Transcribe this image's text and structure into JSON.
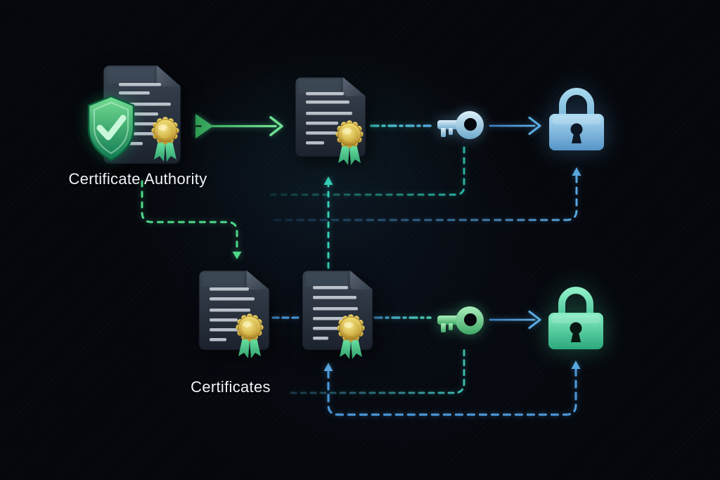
{
  "diagram": {
    "labels": {
      "certificate_authority": "Certificate Authority",
      "certificates": "Certificates"
    },
    "colors": {
      "background": "#05070c",
      "label_text": "#eef3f8",
      "doc_line": "#d9e0e8",
      "dash_green": "#4fd88a",
      "dash_teal": "#33cdb5",
      "dash_blue": "#4a96d8",
      "arrow_green": "#6fdf92",
      "arrow_blue": "#5aa8e0",
      "seal_gold": "#e6c95f",
      "ribbon_mint": "#54dd9a",
      "shield_green": "#2fae6e",
      "key_blue": "#bfe2f2",
      "key_green": "#7fe39c",
      "lock_blue": "#8fcbec",
      "lock_green": "#5fe0ab"
    },
    "nodes": [
      {
        "id": "ca-document",
        "icon": "certificate-document-icon",
        "badge": "shield-check-icon",
        "seal": "gold-ribbon-seal-icon",
        "label": "Certificate Authority"
      },
      {
        "id": "issued-certificate-top",
        "icon": "certificate-document-icon",
        "seal": "gold-ribbon-seal-icon"
      },
      {
        "id": "public-key-top",
        "icon": "key-icon",
        "color": "blue"
      },
      {
        "id": "padlock-top",
        "icon": "padlock-icon",
        "color": "blue"
      },
      {
        "id": "certificate-bottom-1",
        "icon": "certificate-document-icon",
        "seal": "gold-ribbon-seal-icon",
        "label": "Certificates"
      },
      {
        "id": "certificate-bottom-2",
        "icon": "certificate-document-icon",
        "seal": "gold-ribbon-seal-icon",
        "label": "Certificates"
      },
      {
        "id": "key-bottom",
        "icon": "key-icon",
        "color": "green"
      },
      {
        "id": "padlock-bottom",
        "icon": "padlock-icon",
        "color": "green"
      }
    ],
    "connections": [
      {
        "from": "ca-document",
        "to": "issued-certificate-top",
        "style": "solid-green-arrow"
      },
      {
        "from": "issued-certificate-top",
        "to": "public-key-top",
        "style": "dashed-teal"
      },
      {
        "from": "public-key-top",
        "to": "padlock-top",
        "style": "solid-blue-arrow"
      },
      {
        "from": "ca-document",
        "to": "certificate-bottom-1",
        "style": "dashed-green-arrow"
      },
      {
        "from": "certificate-bottom-2",
        "to": "issued-certificate-top",
        "style": "dashed-teal-arrow-up"
      },
      {
        "from": "certificate-bottom-1",
        "to": "certificate-bottom-2",
        "style": "dashed-blue"
      },
      {
        "from": "certificate-bottom-2",
        "to": "key-bottom",
        "style": "dashed-teal"
      },
      {
        "from": "key-bottom",
        "to": "padlock-bottom",
        "style": "solid-blue-arrow"
      },
      {
        "from": "public-key-top",
        "to": "padlock-top",
        "style": "dashed-blue-loop-up"
      },
      {
        "from": "certificate-bottom-2",
        "to": "padlock-bottom",
        "style": "dashed-blue-loop-up"
      },
      {
        "from": "certificates-label",
        "to": "key-bottom",
        "style": "dashed-teal"
      }
    ]
  }
}
